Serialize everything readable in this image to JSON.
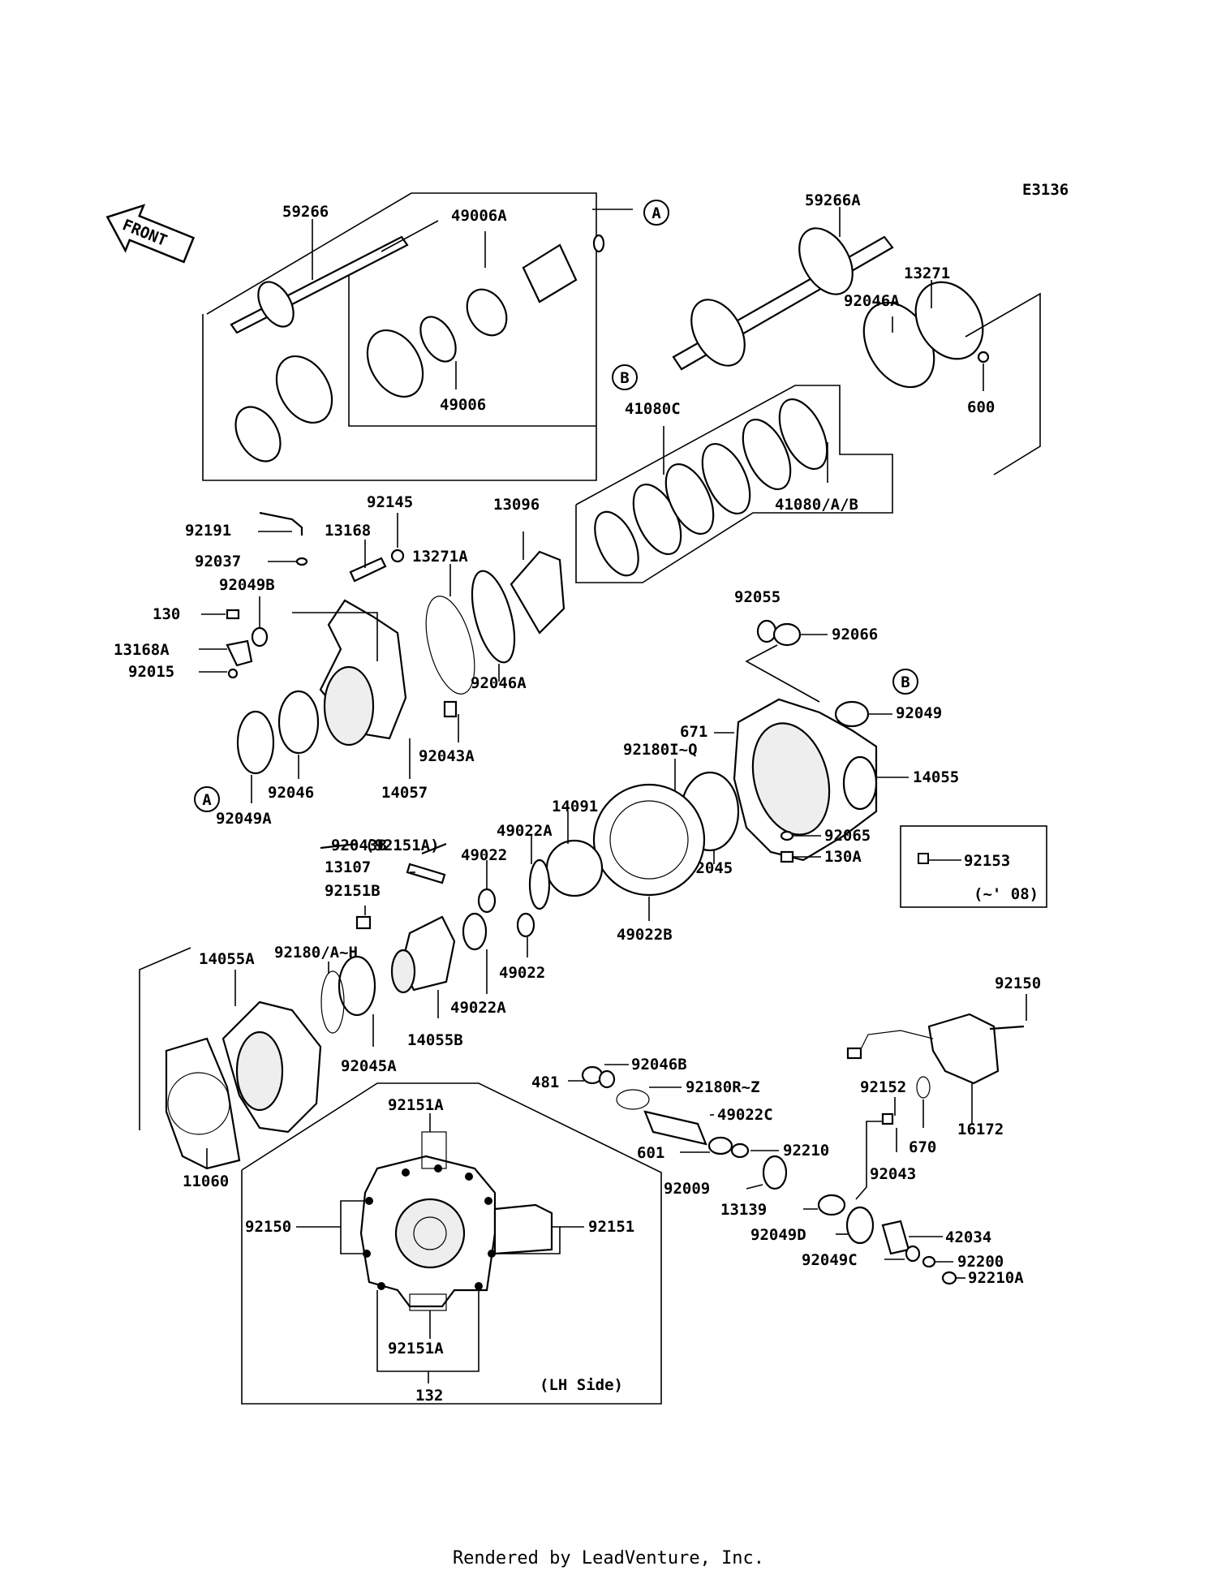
{
  "diagram_code": "E3136",
  "front_label": "FRONT",
  "callouts": {
    "a": "A",
    "b": "B"
  },
  "note_years": "(~' 08)",
  "lh_side": "(LH Side)",
  "footer": "Rendered by LeadVenture, Inc.",
  "parts": {
    "p59266": "59266",
    "p49006A": "49006A",
    "p49006": "49006",
    "p59266A": "59266A",
    "p13271": "13271",
    "p92046A_top": "92046A",
    "p600": "600",
    "p41080C": "41080C",
    "p41080AB": "41080/A/B",
    "p92191": "92191",
    "p92037": "92037",
    "p92049B": "92049B",
    "p130": "130",
    "p13168A": "13168A",
    "p92015": "92015",
    "p92145": "92145",
    "p13168": "13168",
    "p13271A": "13271A",
    "p13096": "13096",
    "p92046A_mid": "92046A",
    "p92043A": "92043A",
    "p14057": "14057",
    "p92046": "92046",
    "p92049A": "92049A",
    "p92151A_paren": "(92151A)",
    "p92055": "92055",
    "p92066": "92066",
    "p92049": "92049",
    "p671": "671",
    "p92180IQ": "92180I~Q",
    "p14055": "14055",
    "p14091": "14091",
    "p49022A_top": "49022A",
    "p92045": "92045",
    "p92065": "92065",
    "p130A": "130A",
    "p92153": "92153",
    "p92043B": "92043B",
    "p49022_top": "49022",
    "p13107": "13107",
    "p92151B": "92151B",
    "p49022B": "49022B",
    "p92180AH": "92180/A~H",
    "p14055A": "14055A",
    "p49022_bot": "49022",
    "p49022A_bot": "49022A",
    "p14055B": "14055B",
    "p92045A": "92045A",
    "p92150_right": "92150",
    "p481": "481",
    "p92046B": "92046B",
    "p92180RZ": "92180R~Z",
    "p92152": "92152",
    "p49022C": "49022C",
    "p670": "670",
    "p16172": "16172",
    "p601": "601",
    "p92210": "92210",
    "p92043": "92043",
    "p92009": "92009",
    "p13139": "13139",
    "p92049D": "92049D",
    "p42034": "42034",
    "p92049C": "92049C",
    "p92200": "92200",
    "p92210A": "92210A",
    "p11060": "11060",
    "p92151A_box_top": "92151A",
    "p92150_box": "92150",
    "p92151_box": "92151",
    "p92151A_box_bot": "92151A",
    "p132": "132"
  }
}
